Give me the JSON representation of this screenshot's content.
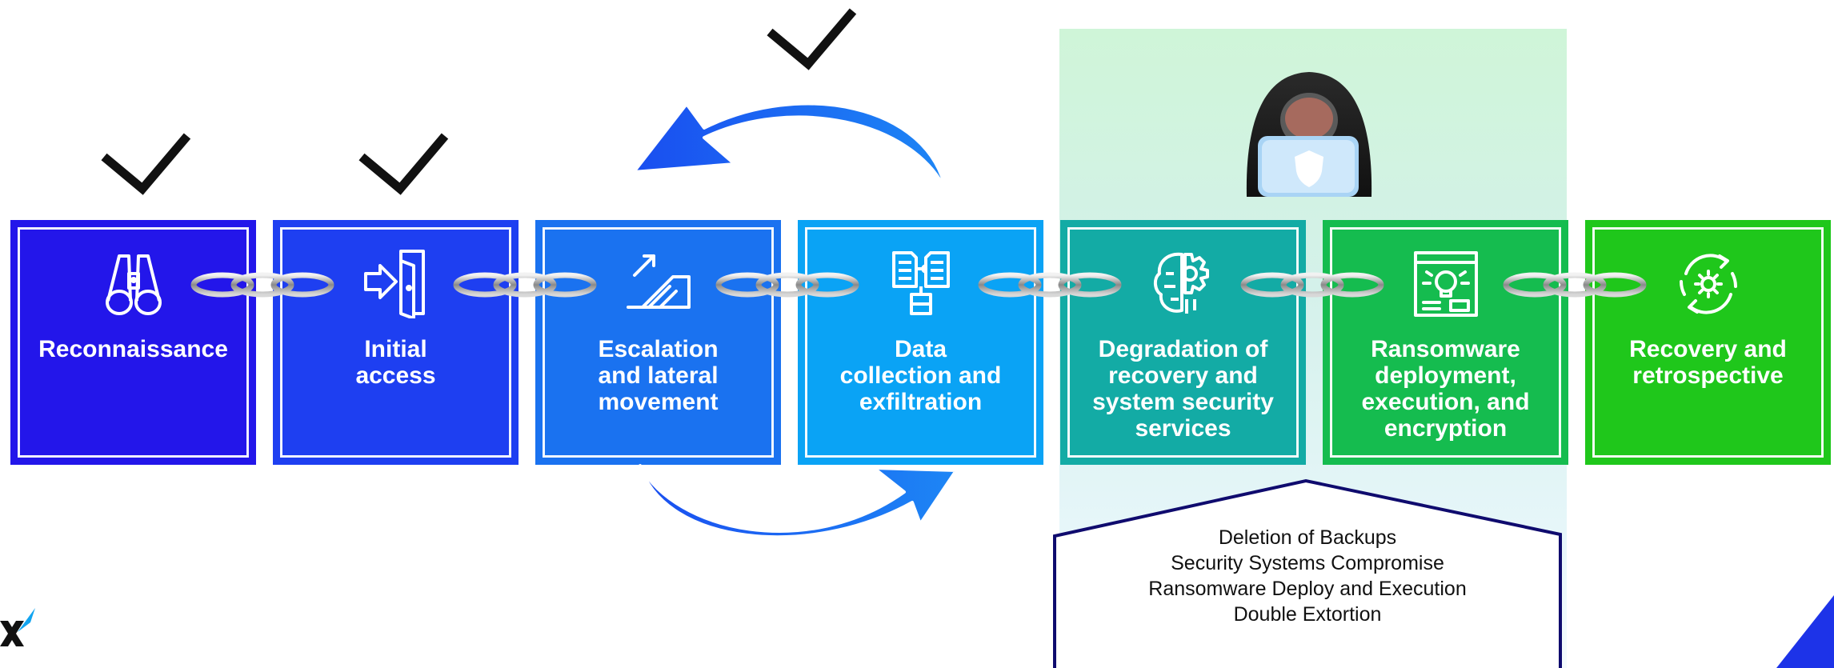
{
  "stages": [
    {
      "label": "Reconnaissance",
      "color": "#2316ea",
      "icon": "binoculars-icon",
      "checked": true
    },
    {
      "label": "Initial\naccess",
      "color": "#1e3ff1",
      "icon": "door-enter-icon",
      "checked": true
    },
    {
      "label": "Escalation\nand lateral\nmovement",
      "color": "#1a72f0",
      "icon": "escalator-icon",
      "checked": false
    },
    {
      "label": "Data\ncollection and\nexfiltration",
      "color": "#0aa3f5",
      "icon": "data-transfer-icon",
      "checked": false
    },
    {
      "label": "Degradation of\nrecovery and\nsystem security\nservices",
      "color": "#13aba5",
      "icon": "brain-gear-icon",
      "checked": false
    },
    {
      "label": "Ransomware\ndeployment,\nexecution, and\nencryption",
      "color": "#15bc4f",
      "icon": "malware-screen-icon",
      "checked": false
    },
    {
      "label": "Recovery and\nretrospective",
      "color": "#1fc71b",
      "icon": "gear-cycle-icon",
      "checked": false
    }
  ],
  "loop_checked": true,
  "info_box": {
    "lines": [
      "Deletion of Backups",
      "Security Systems Compromise",
      "Ransomware Deploy and Execution",
      "Double Extortion"
    ]
  },
  "colors": {
    "arrow": "#1a5ef0",
    "info_border": "#0f0b6e",
    "check": "#111111"
  }
}
